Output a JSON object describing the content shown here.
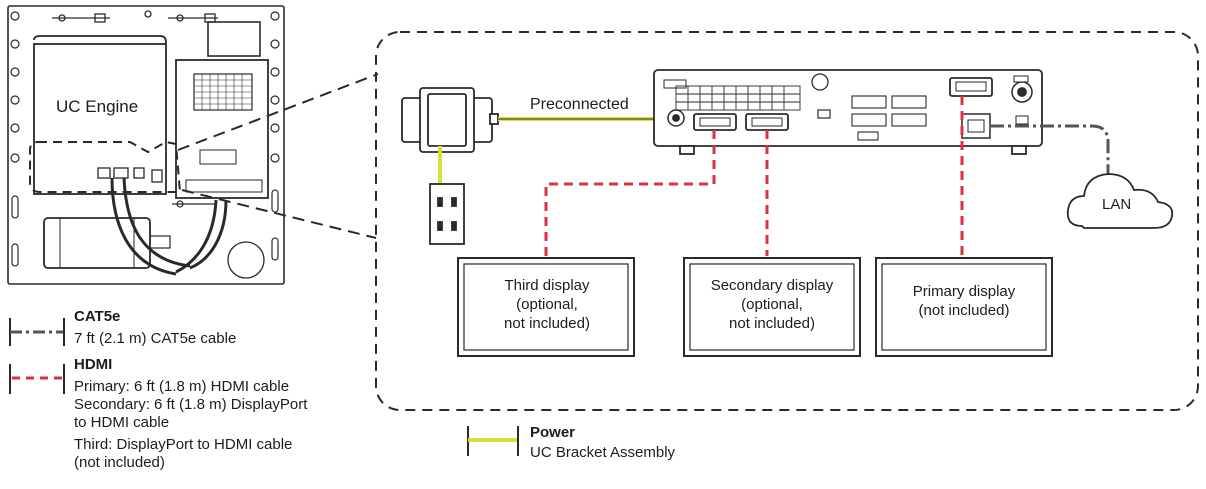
{
  "enclosure": {
    "engine_label": "UC Engine"
  },
  "callout": {
    "preconnected_label": "Preconnected",
    "lan_label": "LAN",
    "displays": {
      "third": [
        "Third display",
        "(optional,",
        "not included)"
      ],
      "secondary": [
        "Secondary display",
        "(optional,",
        "not included)"
      ],
      "primary": [
        "Primary display",
        "(not included)"
      ]
    }
  },
  "legend": {
    "cat5e": {
      "title": "CAT5e",
      "lines": [
        "7 ft (2.1 m) CAT5e cable"
      ]
    },
    "hdmi": {
      "title": "HDMI",
      "lines": [
        "Primary: 6 ft (1.8 m) HDMI cable",
        "Secondary: 6 ft (1.8 m) DisplayPort",
        "to HDMI cable",
        "Third: DisplayPort to HDMI cable",
        "(not included)"
      ]
    },
    "power": {
      "title": "Power",
      "lines": [
        "UC Bracket Assembly"
      ]
    }
  },
  "colors": {
    "line": "#2a2a2a",
    "hdmi": "#d9333f",
    "power": "#d8df3a",
    "cat5e": "#555555"
  }
}
